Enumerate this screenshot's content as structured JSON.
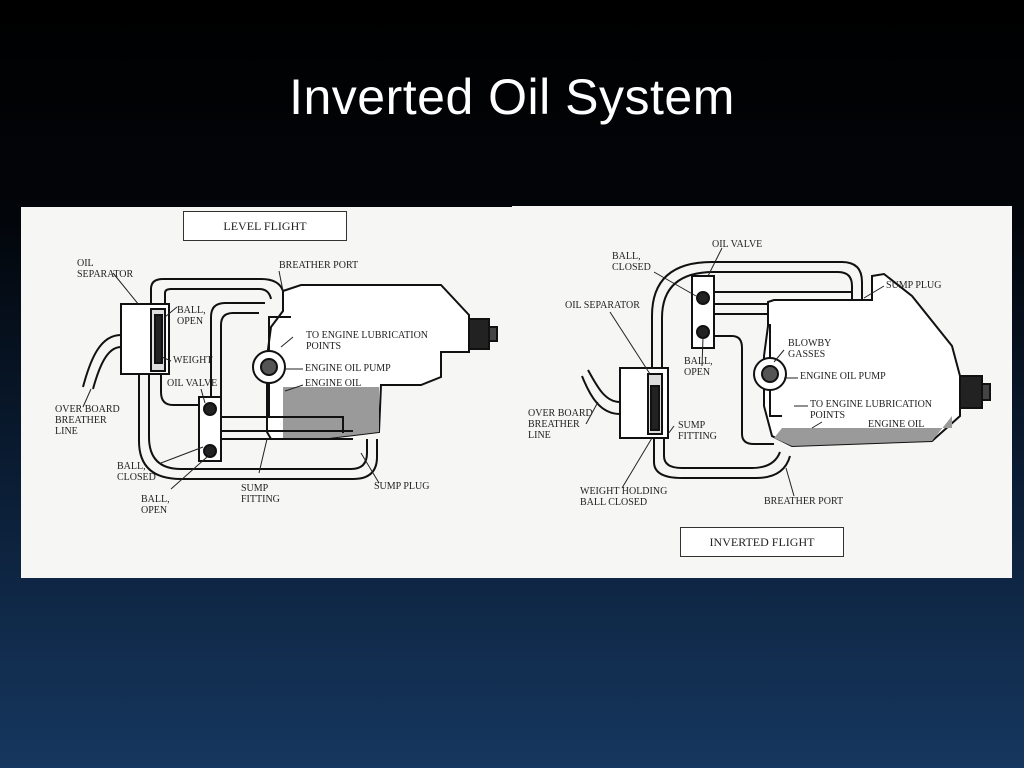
{
  "slide": {
    "title": "Inverted Oil System"
  },
  "level_flight": {
    "box_label": "LEVEL FLIGHT",
    "labels": {
      "oil_separator": "OIL\nSEPARATOR",
      "breather_port": "BREATHER PORT",
      "ball_open_top": "BALL,\nOPEN",
      "weight": "WEIGHT",
      "to_engine_lubrication": "TO ENGINE LUBRICATION\nPOINTS",
      "engine_oil_pump": "ENGINE OIL PUMP",
      "engine_oil": "ENGINE OIL",
      "oil_valve": "OIL VALVE",
      "over_board_breather": "OVER BOARD\nBREATHER\nLINE",
      "ball_closed": "BALL,\nCLOSED",
      "ball_open_bottom": "BALL,\nOPEN",
      "sump_fitting": "SUMP\nFITTING",
      "sump_plug": "SUMP PLUG"
    }
  },
  "inverted_flight": {
    "box_label": "INVERTED FLIGHT",
    "labels": {
      "oil_valve": "OIL VALVE",
      "ball_closed": "BALL,\nCLOSED",
      "sump_plug": "SUMP PLUG",
      "oil_separator": "OIL SEPARATOR",
      "blowby_gasses": "BLOWBY\nGASSES",
      "ball_open": "BALL,\nOPEN",
      "engine_oil_pump": "ENGINE OIL PUMP",
      "over_board_breather": "OVER BOARD\nBREATHER\nLINE",
      "to_engine_lubrication": "TO ENGINE LUBRICATION\nPOINTS",
      "engine_oil": "ENGINE OIL",
      "sump_fitting": "SUMP\nFITTING",
      "weight_holding": "WEIGHT HOLDING\nBALL CLOSED",
      "breather_port": "BREATHER PORT"
    }
  }
}
